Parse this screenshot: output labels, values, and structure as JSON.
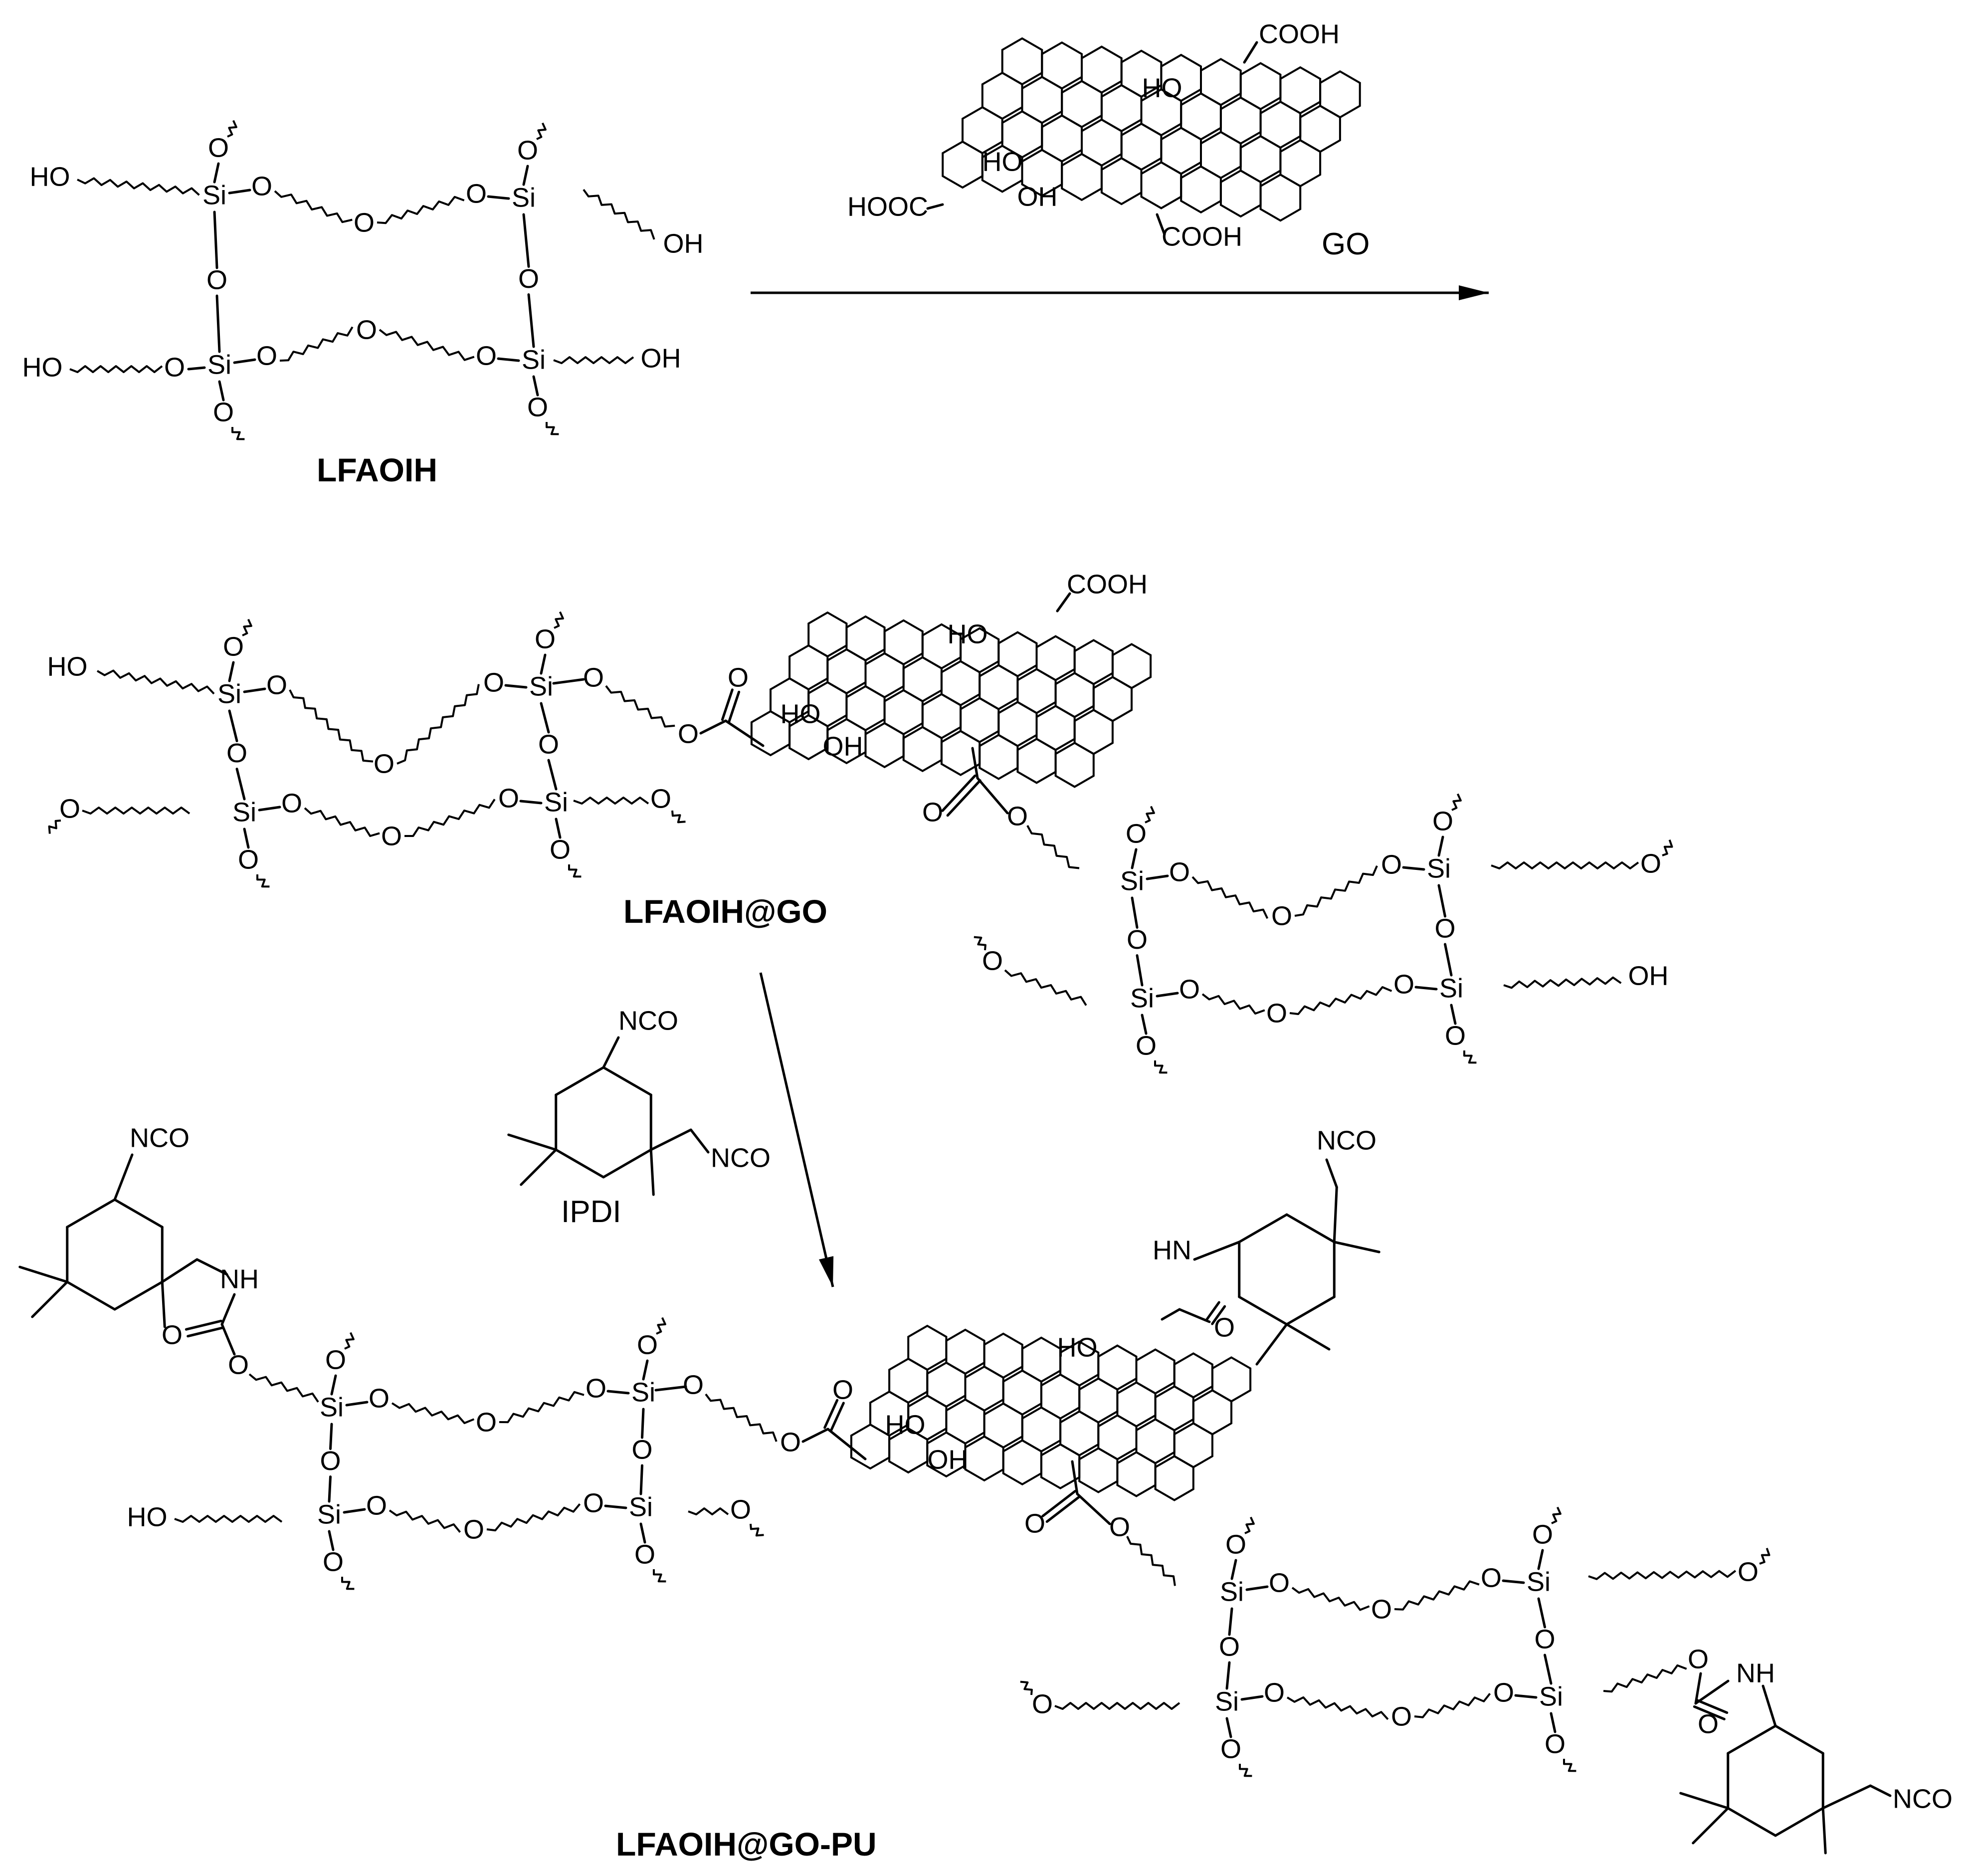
{
  "labels": {
    "reactant": "LFAOIH",
    "go_reagent": "GO",
    "intermediate": "LFAOIH@GO",
    "ipdi_reagent": "IPDI",
    "product": "LFAOIH@GO-PU"
  },
  "atoms": {
    "Si": "Si",
    "O": "O",
    "HO": "HO",
    "OH": "OH",
    "COOH": "COOH",
    "HOOC": "HOOC",
    "NCO": "NCO",
    "NH": "NH",
    "HN": "HN"
  }
}
